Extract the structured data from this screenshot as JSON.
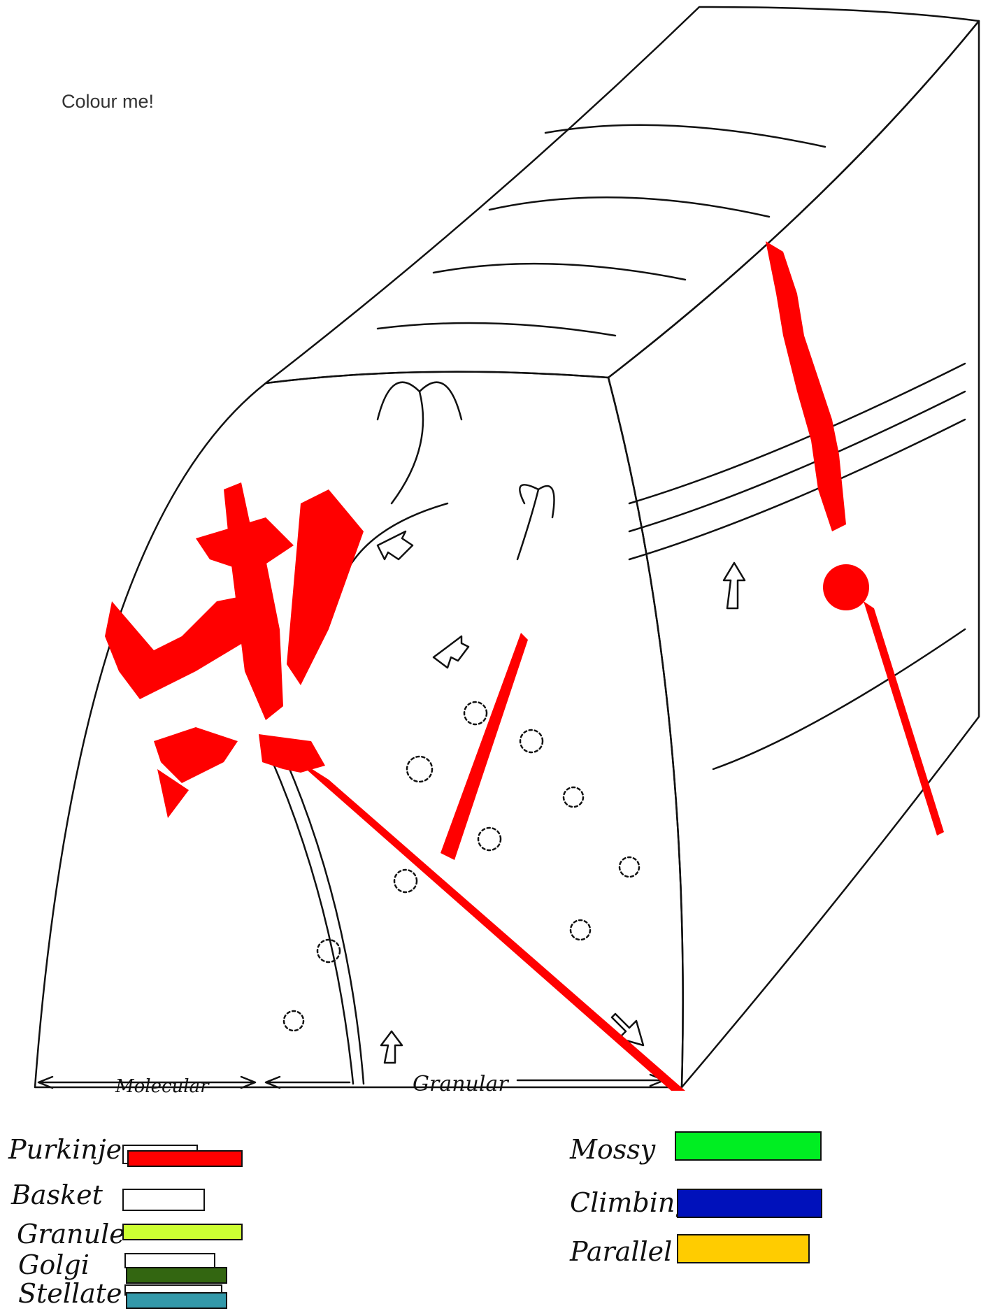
{
  "header": {
    "note": "Colour me!"
  },
  "diagram": {
    "layer_labels": {
      "molecular": "Molecular",
      "granular": "Granular"
    },
    "purkinje_color": "#ff0000",
    "icons": [
      "arrow-icon"
    ]
  },
  "legend": {
    "items": [
      {
        "label": "Purkinje",
        "color": "#ff0000"
      },
      {
        "label": "Basket",
        "color": "#ffffff"
      },
      {
        "label": "Granule",
        "color": "#ccff33"
      },
      {
        "label": "Golgi",
        "color": "#336611"
      },
      {
        "label": "Stellate",
        "color": "#3399aa"
      },
      {
        "label": "Mossy",
        "color": "#00ee22"
      },
      {
        "label": "Climbing",
        "color": "#0011bb"
      },
      {
        "label": "Parallel",
        "color": "#ffcc00"
      }
    ]
  }
}
